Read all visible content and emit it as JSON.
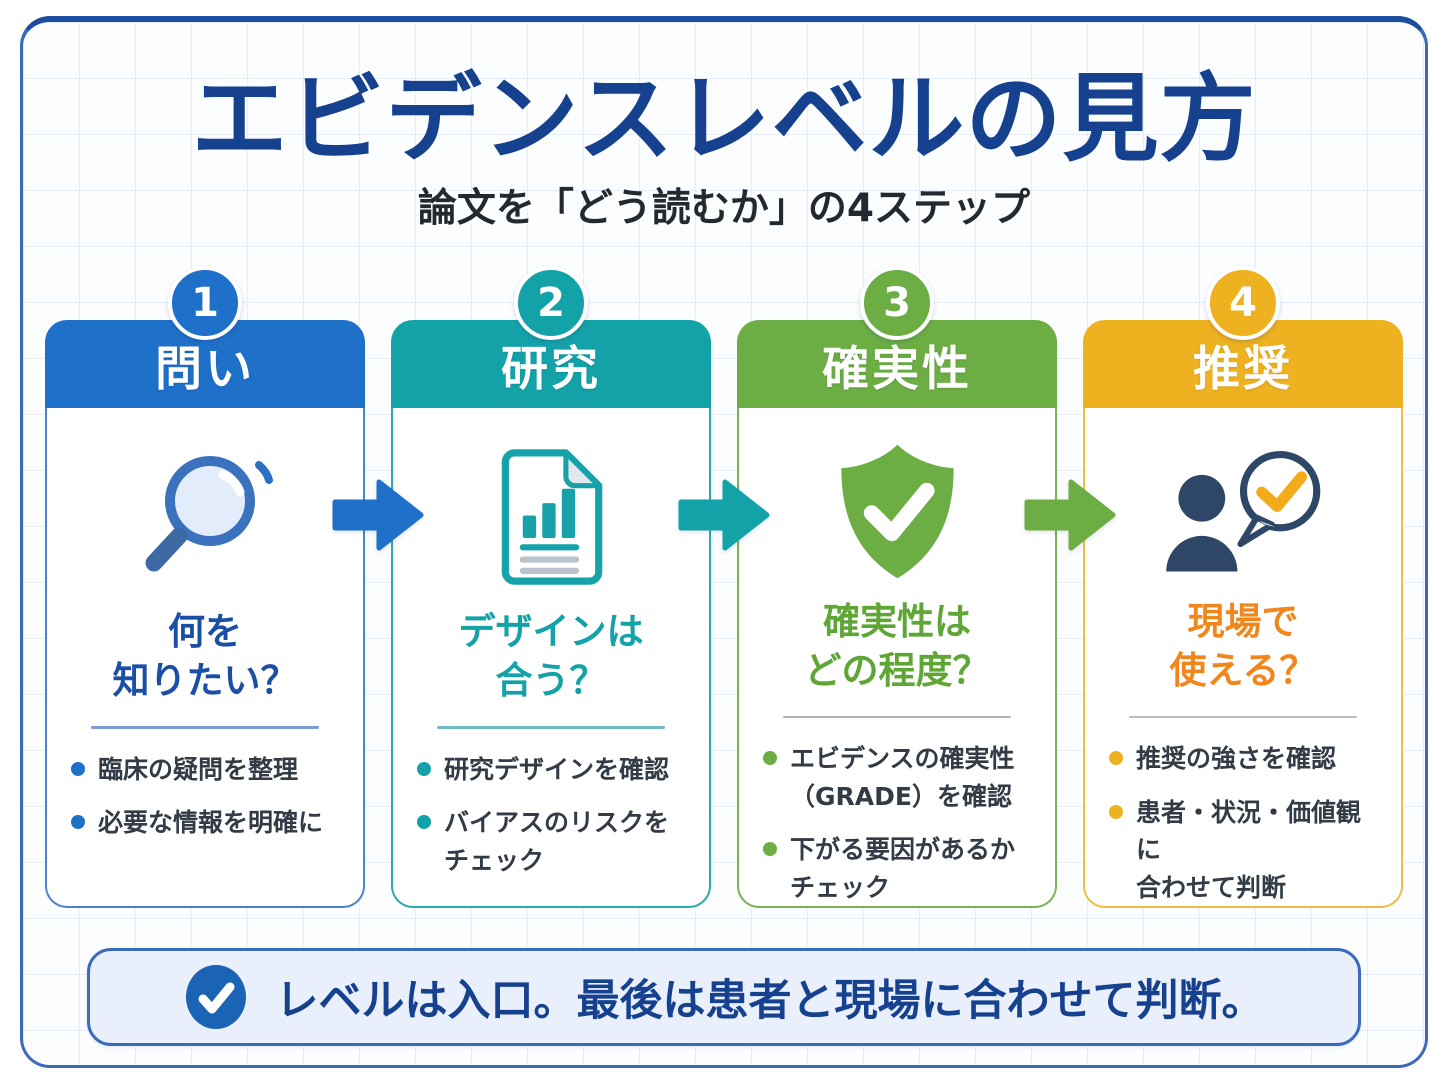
{
  "page": {
    "title": "エビデンスレベルの見方",
    "subtitle": "論文を「どう読むか」の4ステップ",
    "frame_border_color": "#1d4d9e",
    "background_color": "#fcfdff"
  },
  "steps": [
    {
      "number": "1",
      "label": "問い",
      "icon": "magnifier-icon",
      "accent_color": "#1e70c8",
      "question_color": "#1a4fa5",
      "question": "何を\n知りたい？",
      "bullets": [
        "臨床の疑問を整理",
        "必要な情報を明確に"
      ]
    },
    {
      "number": "2",
      "label": "研究",
      "icon": "document-bar-chart-icon",
      "accent_color": "#14a2a9",
      "question_color": "#14a2a9",
      "question": "デザインは\n合う？",
      "bullets": [
        "研究デザインを確認",
        "バイアスのリスクを\nチェック"
      ]
    },
    {
      "number": "3",
      "label": "確実性",
      "icon": "shield-check-icon",
      "accent_color": "#6cad44",
      "question_color": "#5fa636",
      "question": "確実性は\nどの程度？",
      "bullets": [
        "エビデンスの確実性\n（GRADE）を確認",
        "下がる要因があるか\nチェック"
      ]
    },
    {
      "number": "4",
      "label": "推奨",
      "icon": "person-speech-check-icon",
      "accent_color": "#eeb120",
      "question_color": "#f0861c",
      "question": "現場で\n使える？",
      "bullets": [
        "推奨の強さを確認",
        "患者・状況・価値観に\n合わせて判断"
      ]
    }
  ],
  "arrows": [
    {
      "icon": "arrow-right-icon",
      "color": "#1e70c8"
    },
    {
      "icon": "arrow-right-icon",
      "color": "#14a2a9"
    },
    {
      "icon": "arrow-right-icon",
      "color": "#6cad44"
    }
  ],
  "footer": {
    "icon": "check-icon",
    "icon_color": "#1b63b5",
    "note": "レベルは入口。最後は患者と現場に合わせて判断。"
  }
}
